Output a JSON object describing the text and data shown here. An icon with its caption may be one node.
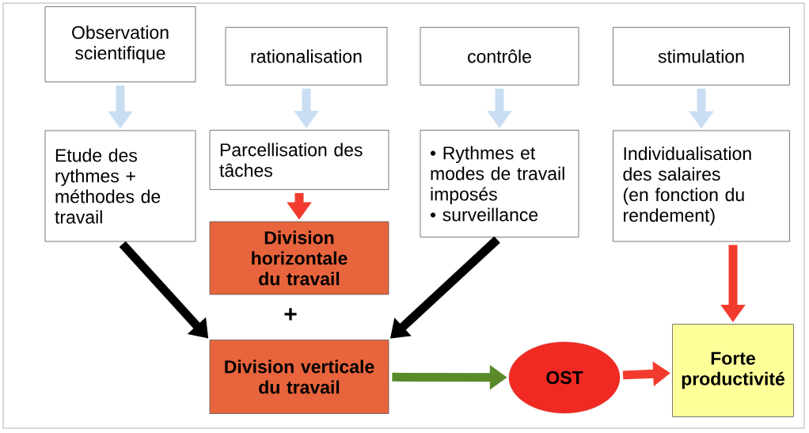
{
  "diagram": {
    "nodes": [
      {
        "text": [
          "Observation scientifique"
        ]
      },
      {
        "text": [
          "rationalisation"
        ]
      },
      {
        "text": [
          "contrôle"
        ]
      },
      {
        "text": [
          "stimulation"
        ]
      },
      {
        "text": [
          "Etude des rythmes + méthodes de travail"
        ]
      },
      {
        "text": [
          "Parcellisation des tâches"
        ]
      },
      {
        "text": [
          "• Rythmes et modes de travail imposés",
          "• surveillance"
        ]
      },
      {
        "text": [
          "Individualisation des salaires (en fonction du rendement)"
        ]
      },
      {
        "text": [
          "Division horizontale du travail"
        ]
      },
      {
        "text": [
          "Division verticale du travail"
        ]
      },
      {
        "text": [
          "OST"
        ]
      },
      {
        "text": [
          "Forte productivité"
        ]
      }
    ],
    "edges": [
      {
        "from": 0,
        "to": 4,
        "arrow": "to",
        "color": "#c9def2"
      },
      {
        "from": 1,
        "to": 5,
        "arrow": "to",
        "color": "#c9def2"
      },
      {
        "from": 2,
        "to": 6,
        "arrow": "to",
        "color": "#c9def2"
      },
      {
        "from": 3,
        "to": 7,
        "arrow": "to",
        "color": "#c9def2"
      },
      {
        "from": 5,
        "to": 8,
        "arrow": "to",
        "color": "#f23b2e"
      },
      {
        "from": 4,
        "to": 9,
        "arrow": "to",
        "color": "#000000"
      },
      {
        "from": 6,
        "to": 9,
        "arrow": "to",
        "color": "#000000"
      },
      {
        "from": 7,
        "to": 11,
        "arrow": "to",
        "color": "#f23b2e"
      },
      {
        "from": 9,
        "to": 10,
        "arrow": "to",
        "color": "#5a8a2a"
      },
      {
        "from": 10,
        "to": 11,
        "arrow": "to",
        "color": "#f23b2e"
      }
    ],
    "labels": [
      "+"
    ]
  }
}
